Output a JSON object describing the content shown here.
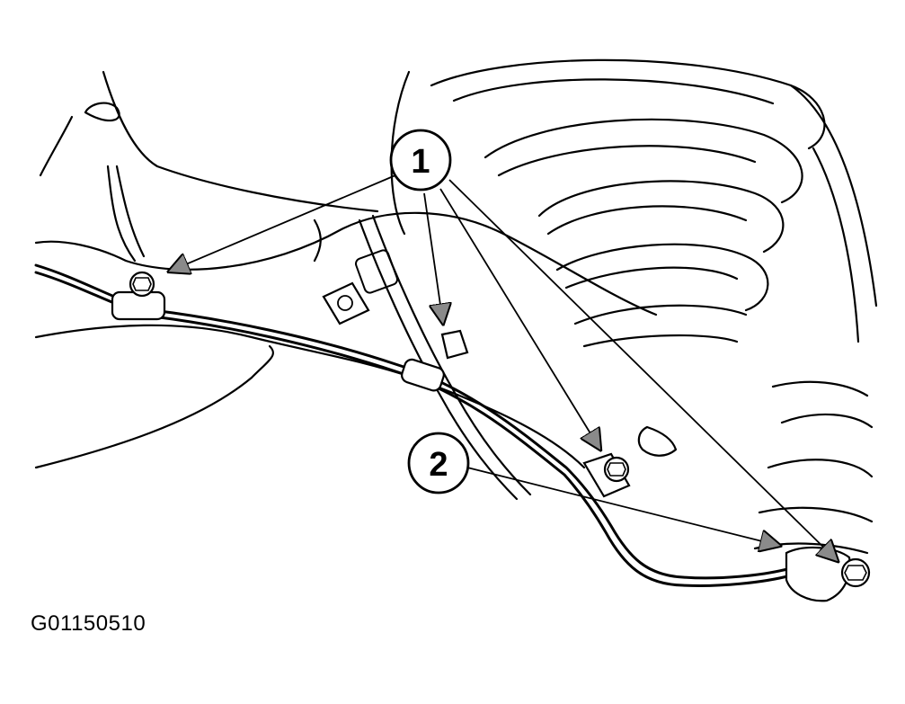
{
  "figure": {
    "id_label": "G01150510"
  },
  "callouts": [
    {
      "label": "1"
    },
    {
      "label": "2"
    }
  ],
  "colors": {
    "ink": "#000000",
    "background": "#ffffff",
    "arrowhead": "#8a8a8a"
  }
}
